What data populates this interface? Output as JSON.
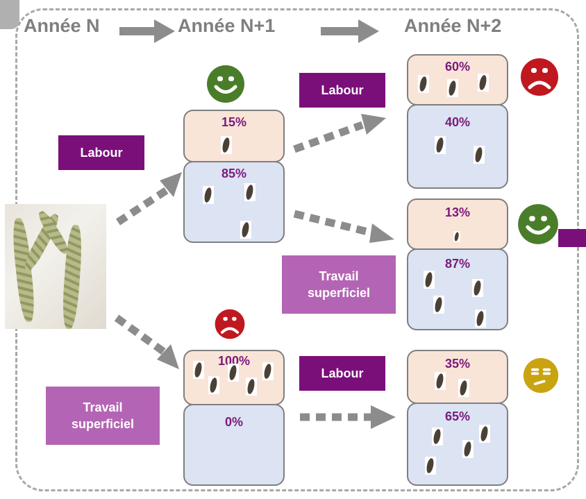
{
  "headers": [
    "Année N",
    "Année N+1",
    "Année N+2"
  ],
  "year_n1": {
    "labour_label": "Labour",
    "travail_label": "Travail superficiel",
    "labour_branch": {
      "top_pct": "15%",
      "bottom_pct": "85%",
      "face": "happy-face-icon"
    },
    "travail_branch": {
      "top_pct": "100%",
      "bottom_pct": "0%",
      "face": "sad-face-icon"
    }
  },
  "year_n2": {
    "labour_label_top": "Labour",
    "travail_label": "Travail superficiel",
    "labour_label_bottom": "Labour",
    "a": {
      "top_pct": "60%",
      "bottom_pct": "40%",
      "face": "sad-face-icon"
    },
    "b": {
      "top_pct": "13%",
      "bottom_pct": "87%",
      "face": "happy-face-icon"
    },
    "c": {
      "top_pct": "35%",
      "bottom_pct": "65%",
      "face": "neutral-face-icon"
    }
  },
  "colors": {
    "happy": "#4a7d2a",
    "sad": "#c0181f",
    "neutral": "#c9a410",
    "label_dark": "#7a0f7a",
    "label_light": "#b464b4"
  }
}
